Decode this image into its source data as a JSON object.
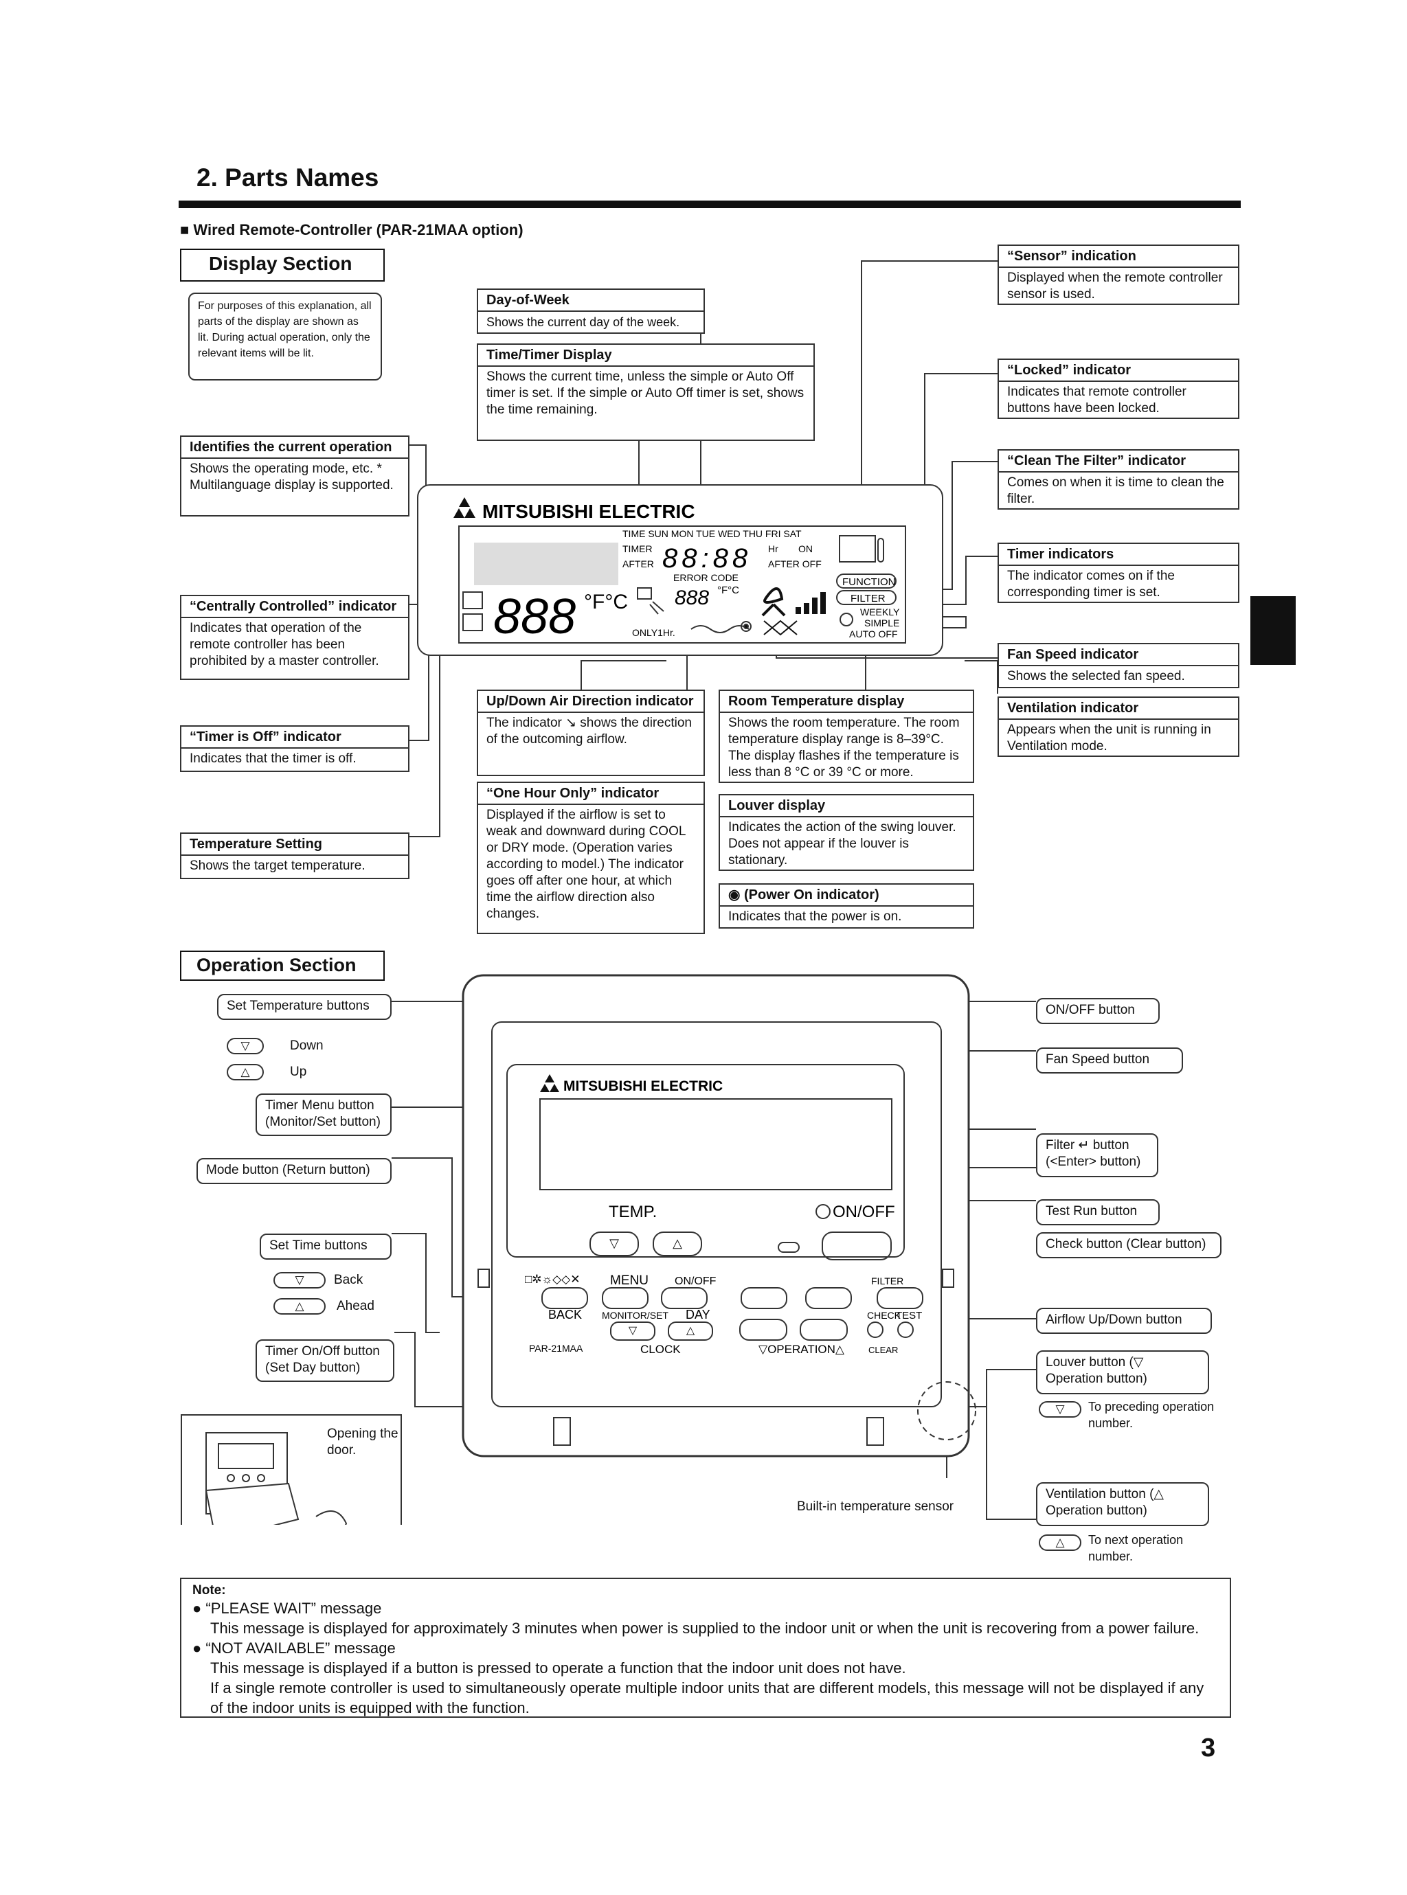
{
  "page": {
    "title": "2. Parts Names",
    "subtitle": "■ Wired Remote-Controller (PAR-21MAA option)",
    "page_number": "3"
  },
  "display_section": {
    "heading": "Display Section",
    "intro_note": "For purposes of this explanation, all parts of the display are shown as lit. During actual operation, only the relevant items will be lit.",
    "callouts": {
      "day_of_week": {
        "title": "Day-of-Week",
        "body": "Shows the current day of the week."
      },
      "time_timer": {
        "title": "Time/Timer Display",
        "body": "Shows the current time, unless the simple or Auto Off timer is set. If the simple or Auto Off timer is set, shows the time remaining."
      },
      "current_operation": {
        "title": "Identifies the current operation",
        "body": "Shows the operating mode, etc. * Multilanguage display is supported."
      },
      "centrally_controlled": {
        "title": "“Centrally Controlled” indicator",
        "body": "Indicates that operation of the remote controller has been prohibited by a master controller."
      },
      "timer_off": {
        "title": "“Timer is Off” indicator",
        "body": "Indicates that the timer is off."
      },
      "temperature_setting": {
        "title": "Temperature Setting",
        "body": "Shows the target temperature."
      },
      "air_direction": {
        "title": "Up/Down Air Direction indicator",
        "body": "The indicator ↘ shows the direction of the outcoming airflow."
      },
      "one_hour_only": {
        "title": "“One Hour Only” indicator",
        "body": "Displayed if the airflow is set to weak and downward during COOL or DRY mode. (Operation varies according to model.) The indicator goes off after one hour, at which time the airflow direction also changes."
      },
      "room_temperature": {
        "title": "Room Temperature display",
        "body": "Shows the room temperature. The room temperature display range is 8–39°C. The display flashes if the temperature is less than 8 °C or 39 °C or more."
      },
      "louver_display": {
        "title": "Louver display",
        "body": "Indicates the action of the swing louver. Does not appear if the louver is stationary."
      },
      "power_on": {
        "title": "◉ (Power On indicator)",
        "body": "Indicates that the power is on."
      },
      "sensor": {
        "title": "“Sensor” indication",
        "body": "Displayed when the remote controller sensor is used."
      },
      "locked": {
        "title": "“Locked” indicator",
        "body": "Indicates that remote controller buttons have been locked."
      },
      "clean_filter": {
        "title": "“Clean The Filter” indicator",
        "body": "Comes on when it is time to clean the filter."
      },
      "timer_indicators": {
        "title": "Timer indicators",
        "body": "The indicator comes on if the corresponding timer is set."
      },
      "fan_speed": {
        "title": "Fan Speed indicator",
        "body": "Shows the selected fan speed."
      },
      "ventilation": {
        "title": "Ventilation indicator",
        "body": "Appears when the unit is running in Ventilation mode."
      }
    },
    "lcd": {
      "brand": "MITSUBISHI ELECTRIC",
      "days": "TIME SUN MON TUE WED THU FRI SAT",
      "timer": "TIMER",
      "after": "AFTER",
      "time_digits": "88:88",
      "hr": "Hr",
      "on": "ON",
      "after_off": "AFTER OFF",
      "error_code": "ERROR CODE",
      "temp_digits": "888",
      "unit_fc": "°F°C",
      "room_digits": "888",
      "function": "FUNCTION",
      "filter": "FILTER",
      "weekly": "WEEKLY",
      "simple": "SIMPLE",
      "auto_off": "AUTO OFF",
      "only1hr": "ONLY1Hr."
    }
  },
  "operation_section": {
    "heading": "Operation Section",
    "left_labels": {
      "set_temp": "Set Temperature buttons",
      "down": "Down",
      "up": "Up",
      "timer_menu": "Timer Menu button (Monitor/Set button)",
      "mode": "Mode button (Return button)",
      "set_time": "Set Time buttons",
      "back": "Back",
      "ahead": "Ahead",
      "timer_onoff": "Timer On/Off button (Set Day button)",
      "opening_door": "Opening the door."
    },
    "right_labels": {
      "onoff": "ON/OFF button",
      "fan_speed": "Fan Speed button",
      "filter": "Filter ↵ button (<Enter> button)",
      "test_run": "Test Run button",
      "check": "Check button (Clear button)",
      "airflow": "Airflow Up/Down button",
      "louver": "Louver button (▽ Operation button)",
      "preceding": "To preceding operation number.",
      "ventilation": "Ventilation button (△ Operation button)",
      "next": "To next operation number."
    },
    "sensor_label": "Built-in temperature sensor",
    "controller": {
      "brand": "MITSUBISHI ELECTRIC",
      "temp": "TEMP.",
      "onoff": "ON/OFF",
      "menu": "MENU",
      "onoff_small": "ON/OFF",
      "filter": "FILTER",
      "back": "BACK",
      "monitor_set": "MONITOR/SET",
      "day": "DAY",
      "check": "CHECK",
      "test": "TEST",
      "model": "PAR-21MAA",
      "clock": "CLOCK",
      "operation": "▽OPERATION△",
      "clear": "CLEAR"
    }
  },
  "note": {
    "title": "Note:",
    "items": [
      {
        "heading": "● “PLEASE WAIT” message",
        "text": "This message is displayed for approximately 3 minutes when power is supplied to the indoor unit or when the unit is recovering from a power failure."
      },
      {
        "heading": "● “NOT AVAILABLE” message",
        "text": "This message is displayed if a button is pressed to operate a function that the indoor unit does not have.",
        "text2": "If a single remote controller is used to simultaneously operate multiple indoor units that are different models, this message will not be displayed if any of the indoor units is equipped with the function."
      }
    ]
  }
}
